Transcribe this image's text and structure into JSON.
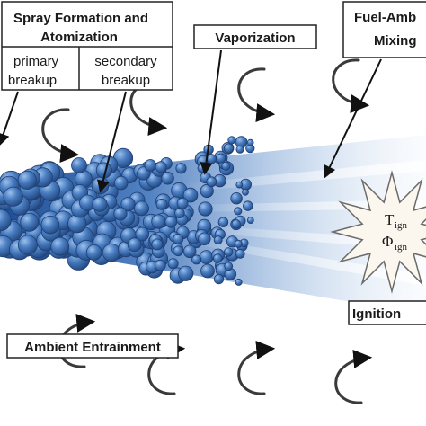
{
  "labels": {
    "spray_title_line1": "Spray Formation and",
    "spray_title_line2": "Atomization",
    "primary_line1": "primary",
    "primary_line2": "breakup",
    "secondary_line1": "secondary",
    "secondary_line2": "breakup",
    "vaporization": "Vaporization",
    "mixing_line1": "Fuel-Amb",
    "mixing_line2": "Mixing",
    "ignition": "Ignition",
    "ambient_entrainment": "Ambient Entrainment",
    "t_symbol": "T",
    "t_subscript": "ign",
    "phi_symbol": "Φ",
    "phi_subscript": "ign"
  },
  "colors": {
    "droplet_fill": "#3d6fb0",
    "droplet_edge": "#1f3f74",
    "droplet_highlight": "#8fb4e0",
    "spray_dark": "#2a56a0",
    "box_stroke": "#222222",
    "arrow_dark": "#2b2b2b",
    "arrow_light": "#9a9a9a"
  }
}
